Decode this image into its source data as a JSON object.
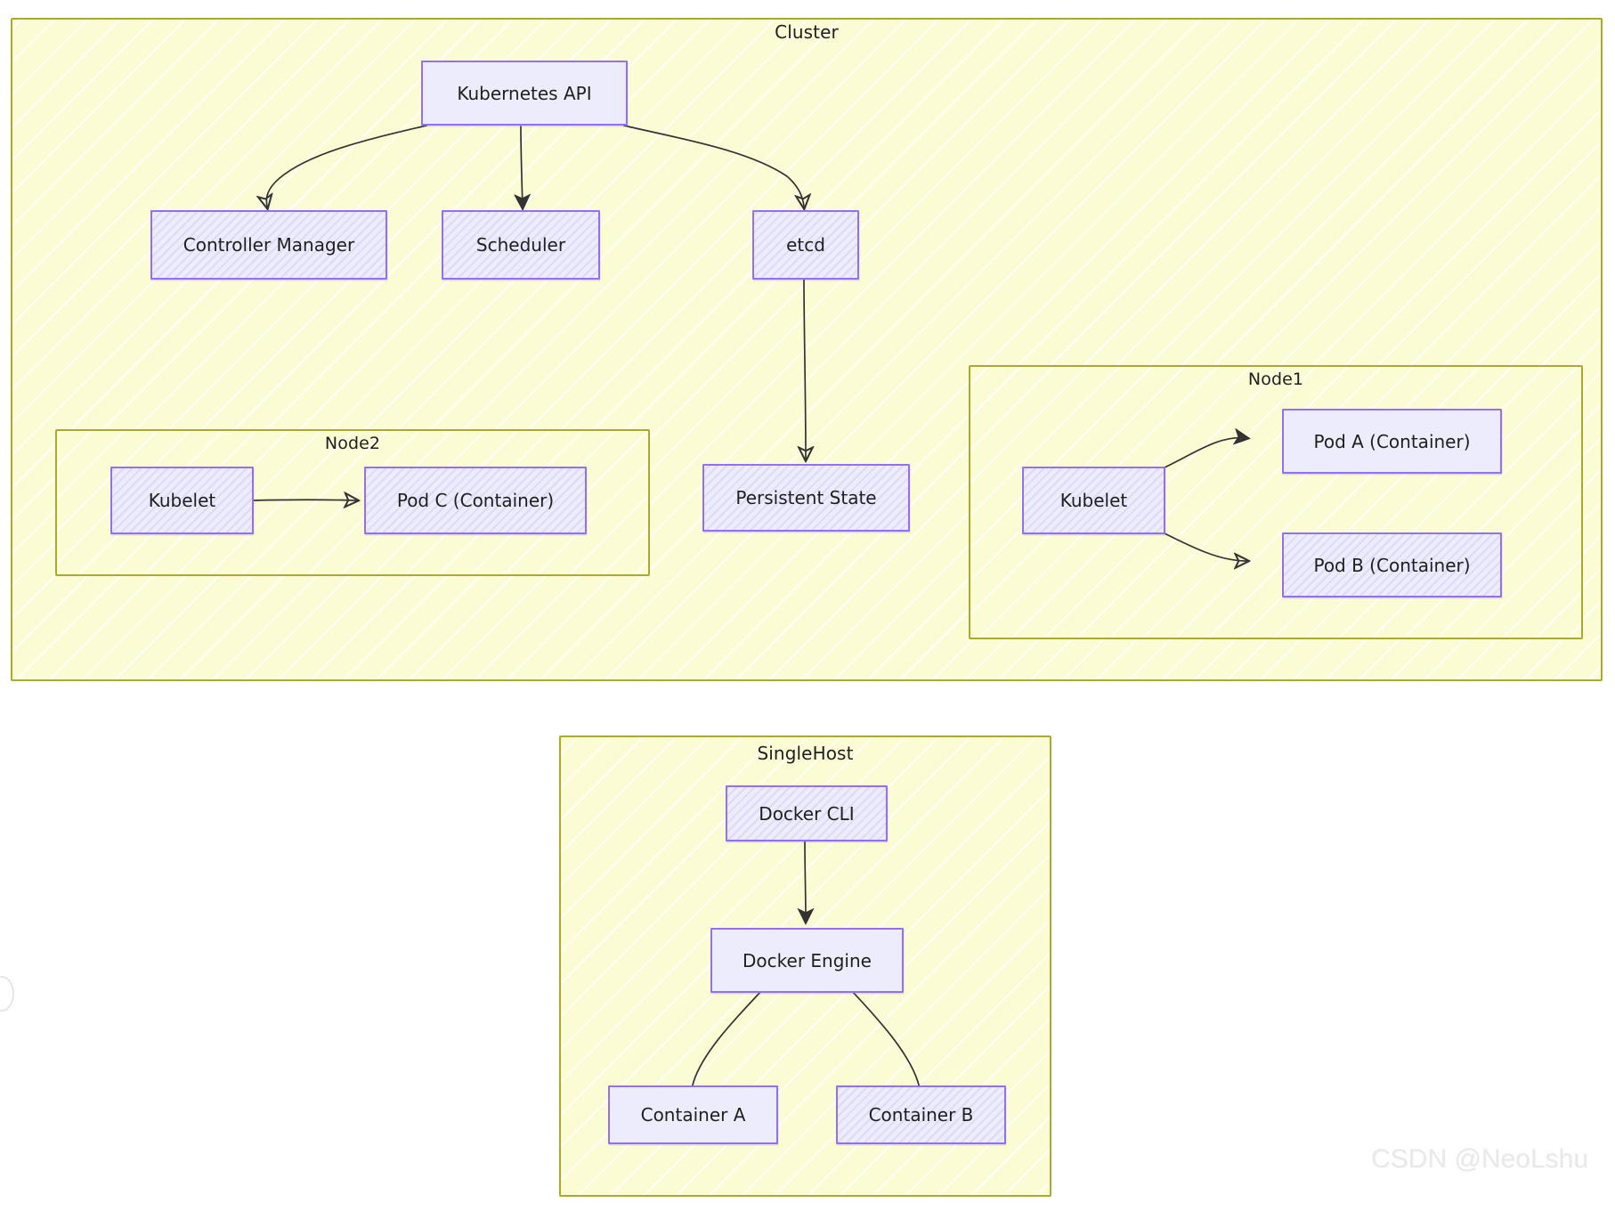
{
  "diagram": {
    "kind": "flowchart",
    "style": "hand-drawn (mermaid rough)",
    "watermark": "CSDN @NeoLshu",
    "colors": {
      "subgraph_fill": "#fbfbd4",
      "subgraph_stroke": "#aaaa33",
      "node_fill": "#ececfc",
      "node_stroke": "#9370f0",
      "edge_stroke": "#333333",
      "text": "#1f1f1f",
      "page_background": "#ffffff"
    },
    "subgraphs": [
      {
        "id": "cluster",
        "title": "Cluster"
      },
      {
        "id": "node1",
        "title": "Node1"
      },
      {
        "id": "node2",
        "title": "Node2"
      },
      {
        "id": "singlehost",
        "title": "SingleHost"
      }
    ],
    "nodes": [
      {
        "id": "k8s-api",
        "label": "Kubernetes API",
        "parent": "cluster"
      },
      {
        "id": "controller-manager",
        "label": "Controller Manager",
        "parent": "cluster"
      },
      {
        "id": "scheduler",
        "label": "Scheduler",
        "parent": "cluster"
      },
      {
        "id": "etcd",
        "label": "etcd",
        "parent": "cluster"
      },
      {
        "id": "persistent-state",
        "label": "Persistent State",
        "parent": "cluster"
      },
      {
        "id": "kubelet-node2",
        "label": "Kubelet",
        "parent": "node2"
      },
      {
        "id": "pod-c",
        "label": "Pod C (Container)",
        "parent": "node2"
      },
      {
        "id": "kubelet-node1",
        "label": "Kubelet",
        "parent": "node1"
      },
      {
        "id": "pod-a",
        "label": "Pod A (Container)",
        "parent": "node1"
      },
      {
        "id": "pod-b",
        "label": "Pod B (Container)",
        "parent": "node1"
      },
      {
        "id": "docker-cli",
        "label": "Docker CLI",
        "parent": "singlehost"
      },
      {
        "id": "docker-engine",
        "label": "Docker Engine",
        "parent": "singlehost"
      },
      {
        "id": "container-a",
        "label": "Container A",
        "parent": "singlehost"
      },
      {
        "id": "container-b",
        "label": "Container B",
        "parent": "singlehost"
      }
    ],
    "edges": [
      {
        "from": "k8s-api",
        "to": "controller-manager"
      },
      {
        "from": "k8s-api",
        "to": "scheduler"
      },
      {
        "from": "k8s-api",
        "to": "etcd"
      },
      {
        "from": "etcd",
        "to": "persistent-state"
      },
      {
        "from": "kubelet-node2",
        "to": "pod-c"
      },
      {
        "from": "kubelet-node1",
        "to": "pod-a"
      },
      {
        "from": "kubelet-node1",
        "to": "pod-b"
      },
      {
        "from": "docker-cli",
        "to": "docker-engine"
      },
      {
        "from": "docker-engine",
        "to": "container-a"
      },
      {
        "from": "docker-engine",
        "to": "container-b"
      }
    ]
  }
}
